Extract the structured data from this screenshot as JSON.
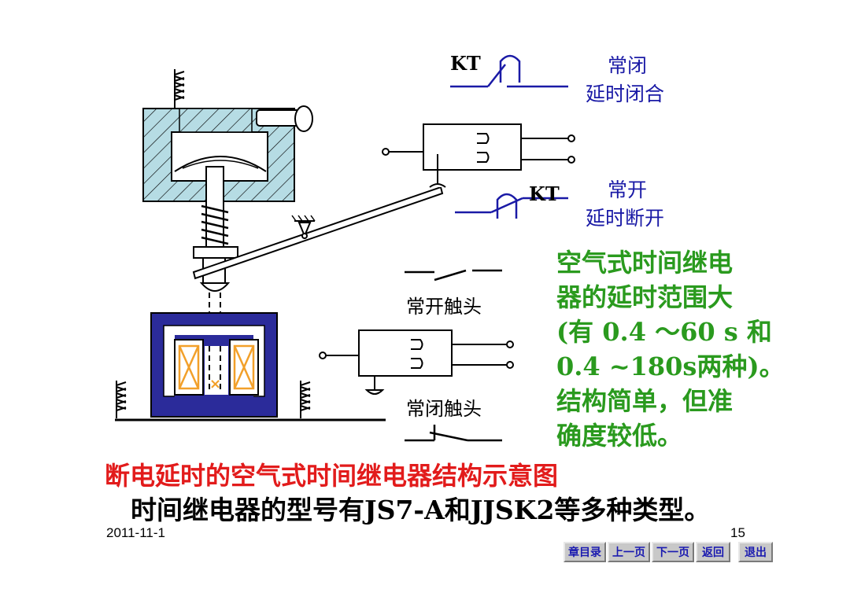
{
  "diagram": {
    "kt_top": "KT",
    "kt_mid": "KT",
    "nc_label_1": "常闭",
    "nc_label_2": "延时闭合",
    "no_label_1": "常开",
    "no_label_2": "延时断开",
    "no_contact": "常开触头",
    "nc_contact": "常闭触头"
  },
  "description_lines": [
    "空气式时间继电",
    "器的延时范围大",
    "(有 0.4 ～60 s 和",
    "0.4 ~180s两种)。",
    "结构简单，但准",
    "确度较低。"
  ],
  "caption": "断电延时的空气式时间继电器结构示意图",
  "subtitle": "时间继电器的型号有JS7-A和JJSK2等多种类型。",
  "footer": {
    "date": "2011-11-1",
    "page": "15"
  },
  "nav": {
    "toc": "章目录",
    "prev": "上一页",
    "next": "下一页",
    "back": "返回",
    "exit": "退出"
  },
  "colors": {
    "blue": "#1a1aa6",
    "green": "#2a9a1e",
    "red": "#e21b1b",
    "navy_frame": "#2b2b9a",
    "orange": "#f2a02a",
    "teal_hatch": "#b6dce4"
  }
}
